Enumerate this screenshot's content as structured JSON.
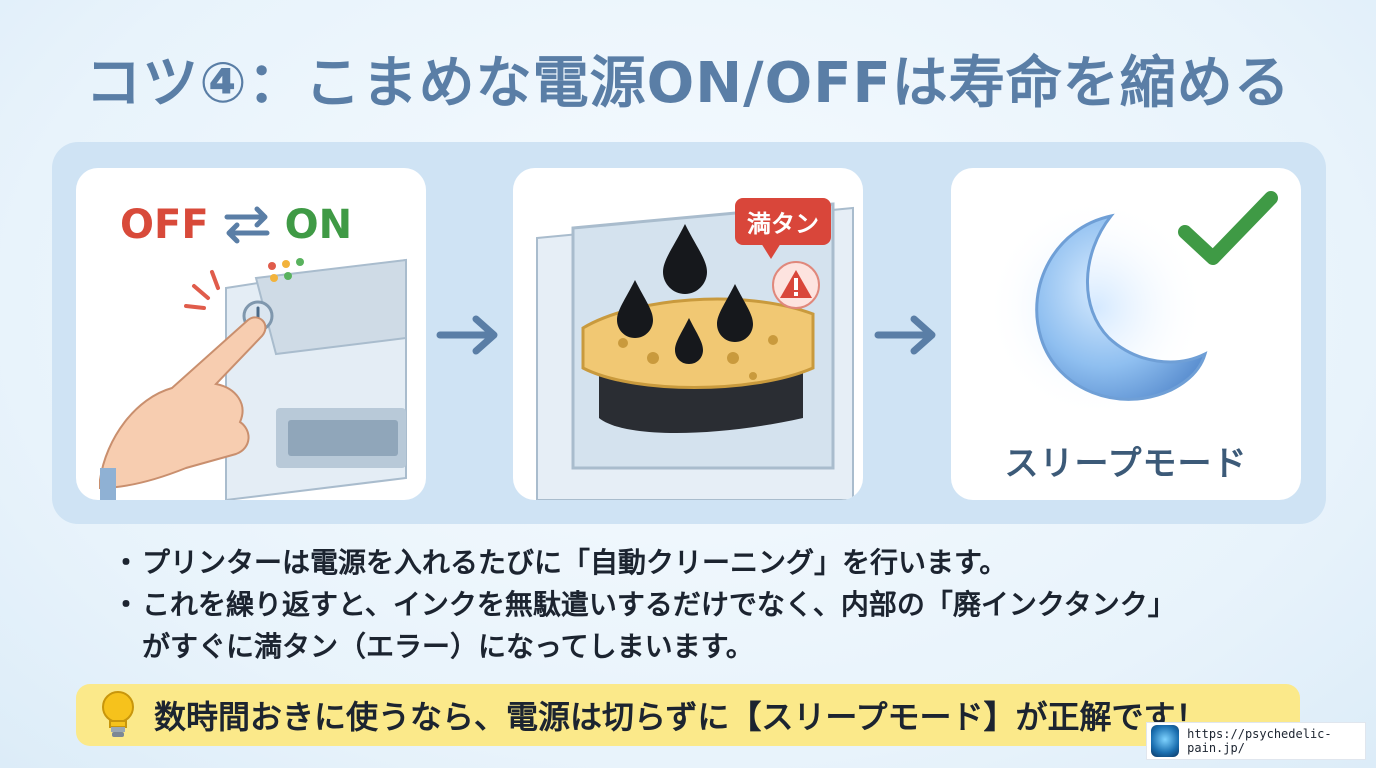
{
  "title": "コツ④：こまめな電源ON/OFFは寿命を縮める",
  "cards": {
    "power": {
      "off_label": "OFF",
      "on_label": "ON",
      "icon": "power-swap-icon"
    },
    "tank": {
      "badge": "満タン",
      "icon": "warning-icon"
    },
    "sleep": {
      "label": "スリープモード",
      "icon": "moon-icon"
    }
  },
  "bullets": [
    "プリンターは電源を入れるたびに「自動クリーニング」を行います。",
    "これを繰り返すと、インクを無駄遣いするだけでなく、内部の「廃インクタンク」",
    "がすぐに満タン（エラー）になってしまいます。"
  ],
  "bullet_marker": "・",
  "tip": "数時間おきに使うなら、電源は切らずに【スリープモード】が正解です！",
  "watermark": {
    "url": "https://psychedelic-pain.jp/"
  },
  "colors": {
    "title": "#5a7ea6",
    "off": "#d84a3a",
    "on": "#3f9a45",
    "panel": "#cfe3f4",
    "tip_bg": "#fbe98a",
    "badge": "#d9463a"
  }
}
